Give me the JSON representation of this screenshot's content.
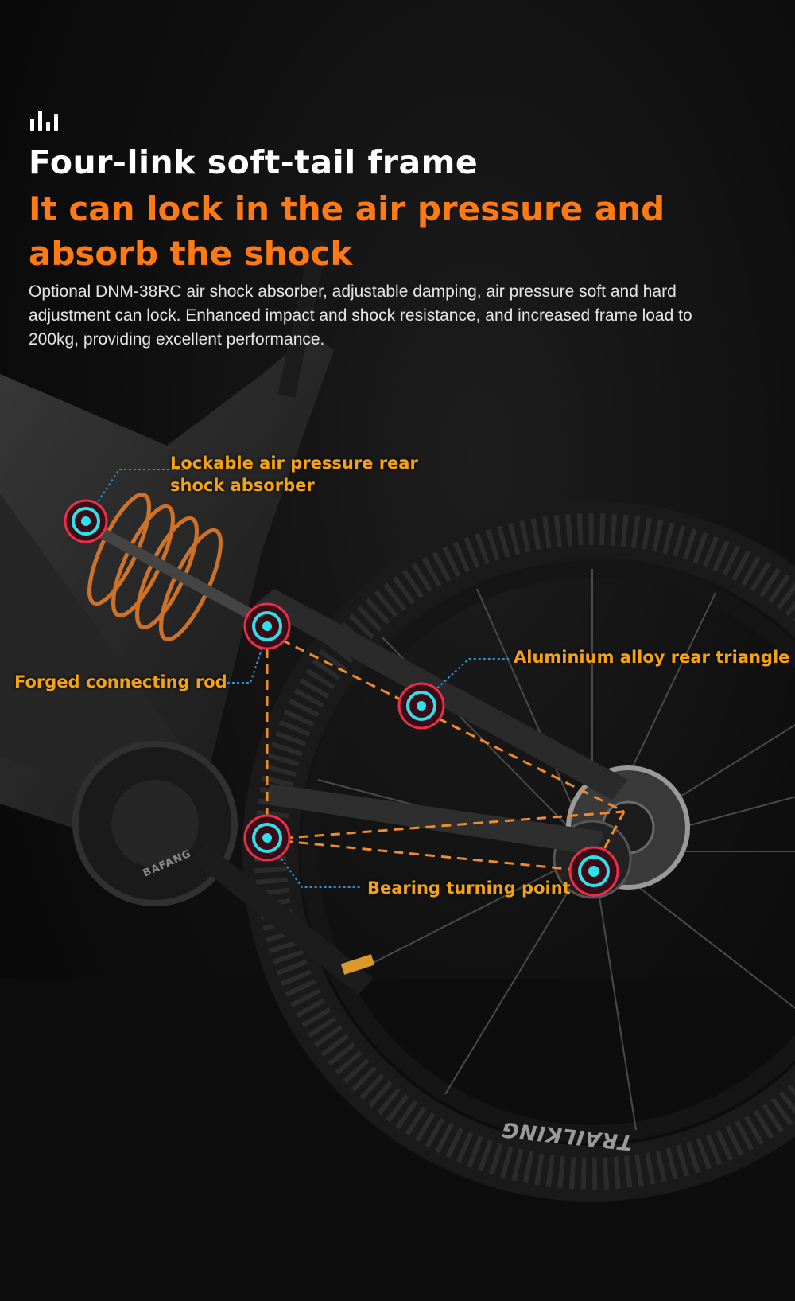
{
  "header": {
    "heading": "Four-link soft-tail frame",
    "subheading": "It can lock in the air pressure and absorb the shock",
    "description": "Optional DNM-38RC air shock absorber, adjustable damping, air pressure soft and hard adjustment can lock. Enhanced impact and shock resistance, and increased frame load to 200kg, providing excellent performance."
  },
  "callouts": {
    "shock": "Lockable air pressure rear shock absorber",
    "rod": "Forged connecting rod",
    "triangle": "Aluminium alloy rear triangle",
    "bearing": "Bearing turning point"
  },
  "product_marks": {
    "motor_brand": "BAFANG",
    "tire_brand": "TRAILKING"
  },
  "colors": {
    "accent_orange": "#ff7a12",
    "label_gold": "#f5a312",
    "node_red": "#e8304a",
    "node_cyan": "#2fe0e8",
    "callout_blue": "#2f8fd8"
  },
  "icons": [
    "signal-bars-icon"
  ]
}
